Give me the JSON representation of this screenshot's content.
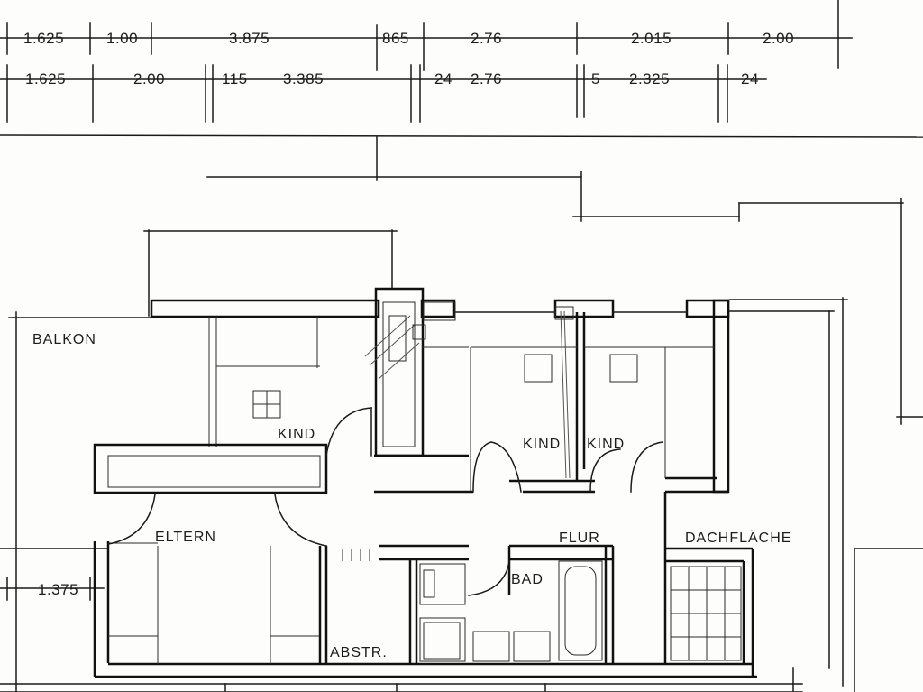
{
  "dimensions": {
    "row1": [
      "1.625",
      "1.00",
      "3.875",
      "865",
      "2.76",
      "2.015",
      "2.00"
    ],
    "row2": [
      "1.625",
      "2.00",
      "115",
      "3.385",
      "24",
      "2.76",
      "5",
      "2.325",
      "24"
    ],
    "side": "1.375"
  },
  "rooms": {
    "balkon": "BALKON",
    "kind_left": "KIND",
    "kind_middle": "KIND",
    "kind_right": "KIND",
    "eltern": "ELTERN",
    "flur": "FLUR",
    "dachflaeche": "DACHFLÄCHE",
    "bad": "BAD",
    "abstr": "ABSTR."
  }
}
